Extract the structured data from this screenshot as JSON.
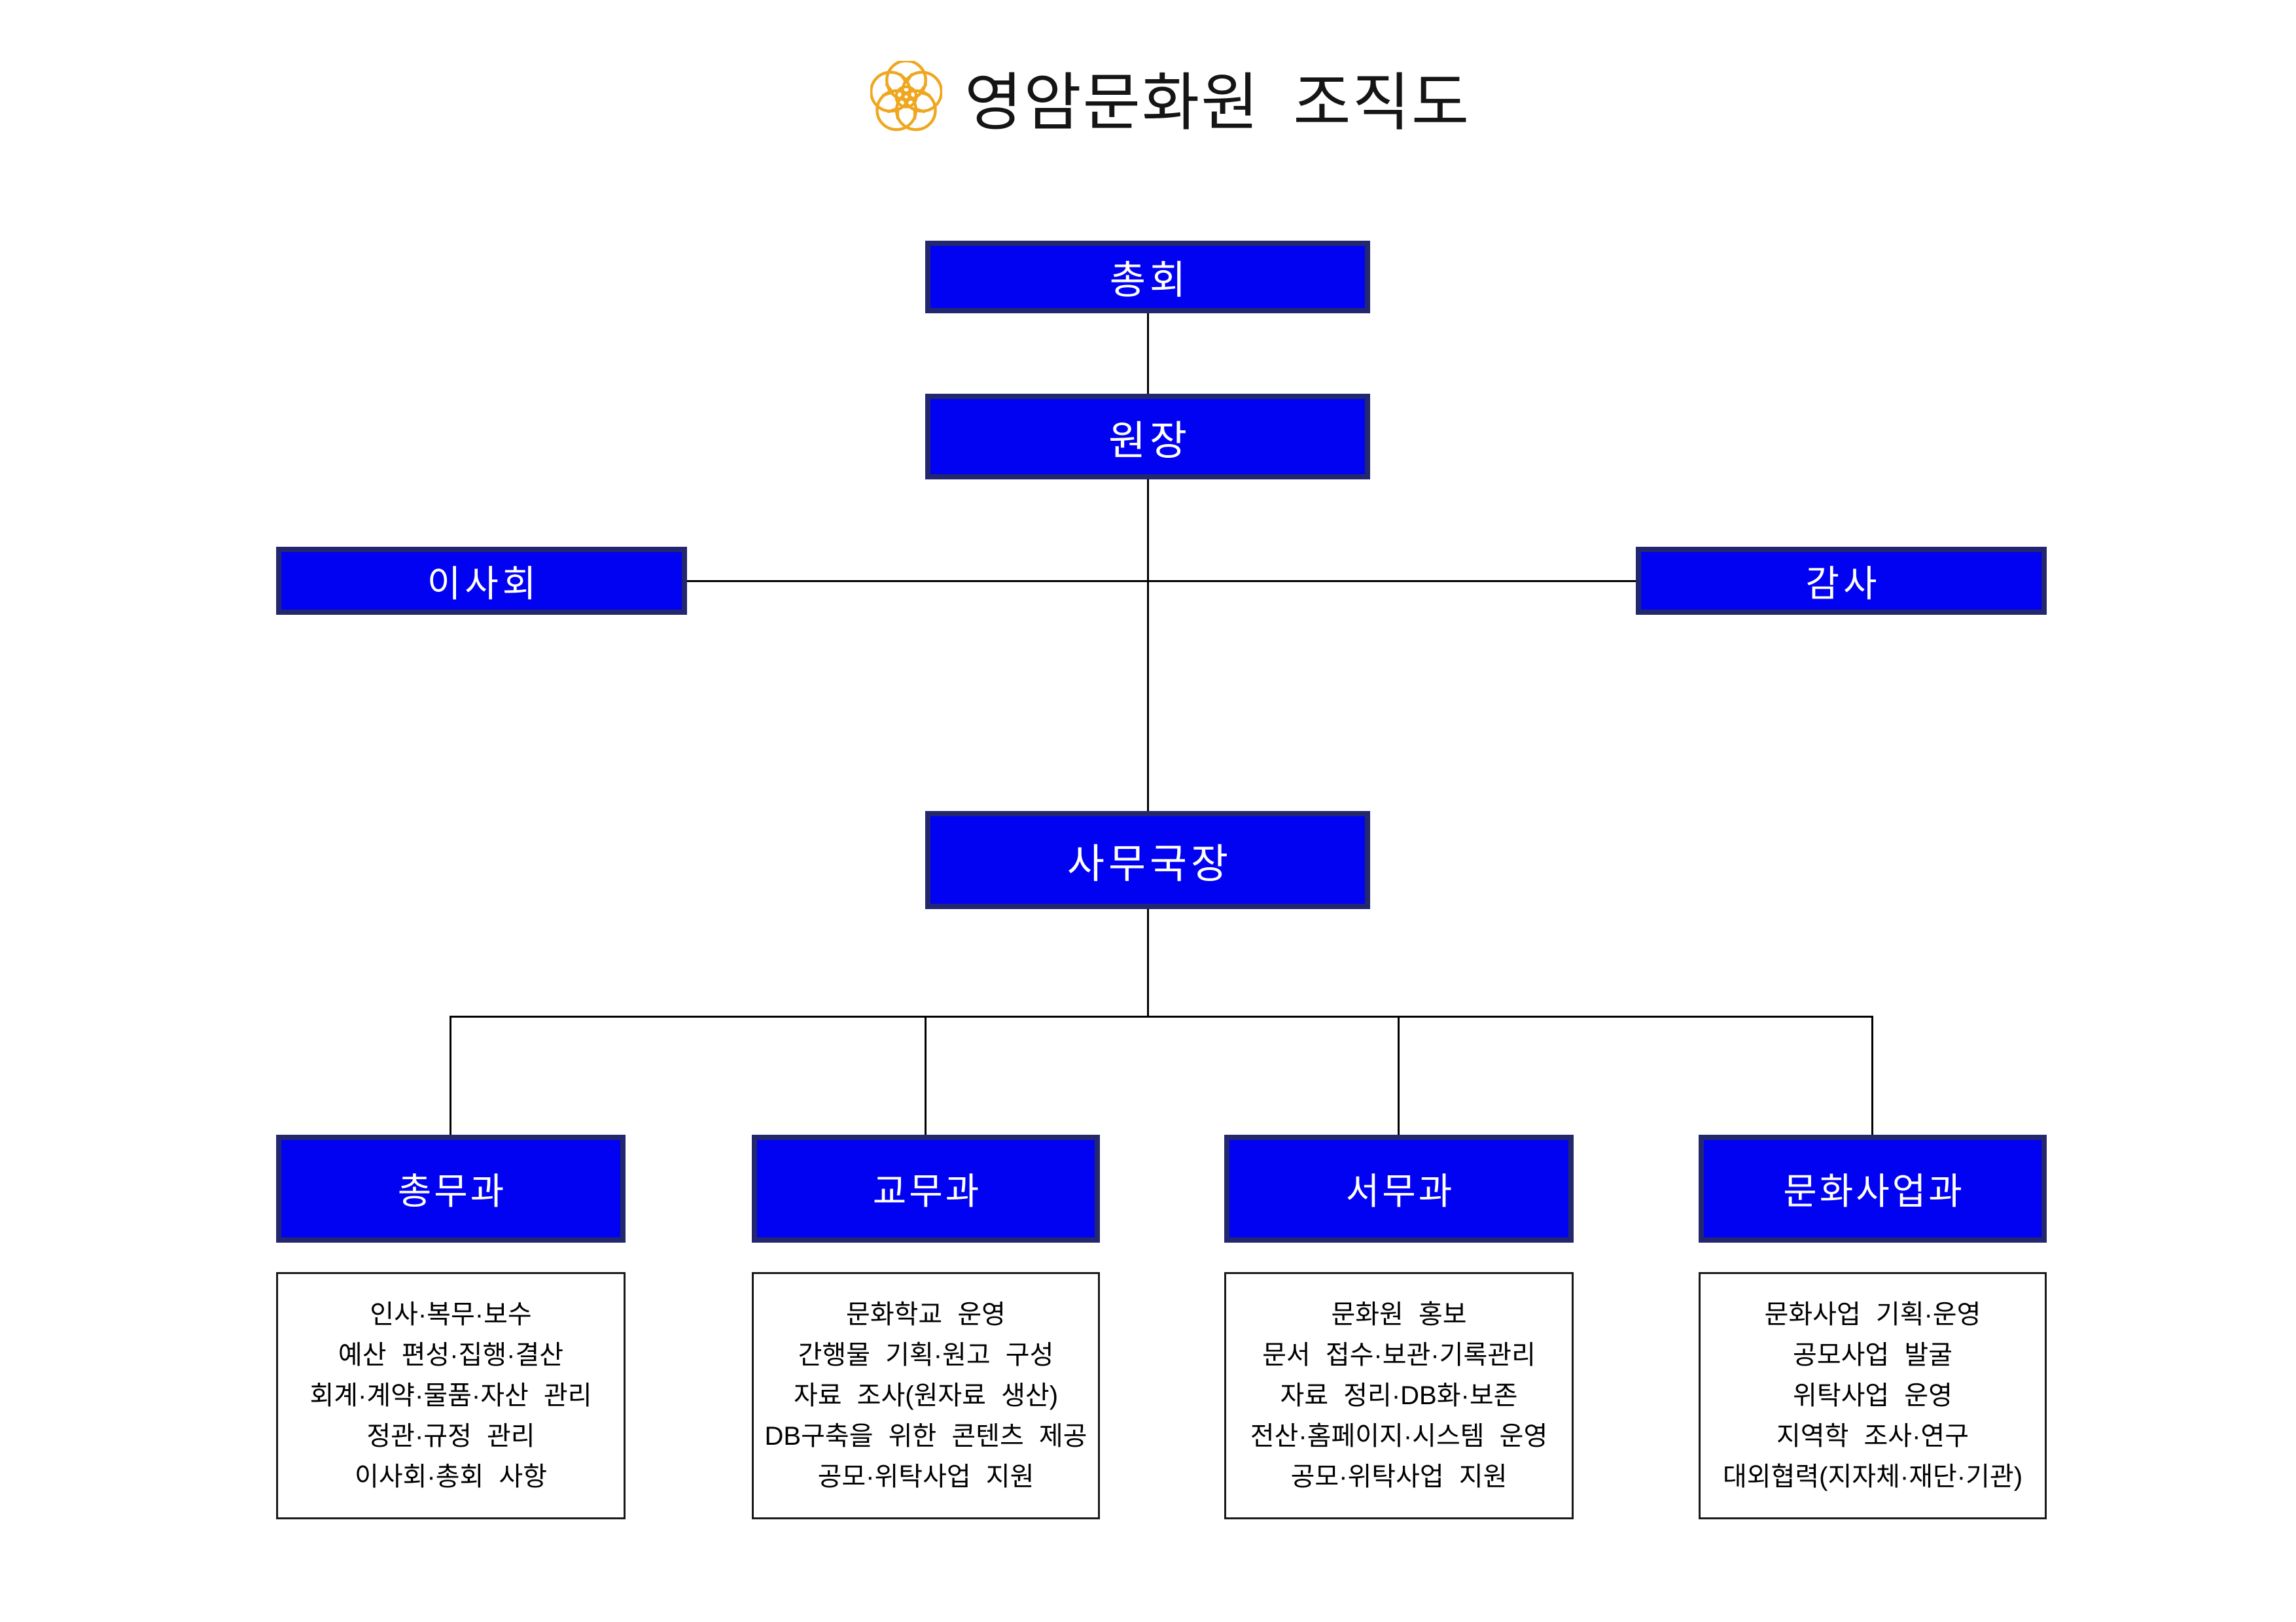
{
  "title": {
    "text": "영암문화원 조직도",
    "logo_icon": "culture-center-flower"
  },
  "colors": {
    "box_fill": "#0202F2",
    "box_border": "#23276E",
    "line": "#000000",
    "logo_gold": "#EFA71F",
    "detail_border": "#1a1a1a",
    "title_ink": "#151515"
  },
  "org": {
    "general_assembly": {
      "label": "총회"
    },
    "director": {
      "label": "원장"
    },
    "board": {
      "label": "이사회"
    },
    "auditor": {
      "label": "감사"
    },
    "secretary_general": {
      "label": "사무국장"
    }
  },
  "departments": [
    {
      "name": "총무과",
      "duties": [
        "인사·복무·보수",
        "예산 편성·집행·결산",
        "회계·계약·물품·자산 관리",
        "정관·규정 관리",
        "이사회·총회 사항"
      ]
    },
    {
      "name": "교무과",
      "duties": [
        "문화학교 운영",
        "간행물 기획·원고 구성",
        "자료 조사(원자료 생산)",
        "DB구축을 위한 콘텐츠 제공",
        "공모·위탁사업 지원"
      ]
    },
    {
      "name": "서무과",
      "duties": [
        "문화원 홍보",
        "문서 접수·보관·기록관리",
        "자료 정리·DB화·보존",
        "전산·홈페이지·시스템 운영",
        "공모·위탁사업 지원"
      ]
    },
    {
      "name": "문화사업과",
      "duties": [
        "문화사업 기획·운영",
        "공모사업 발굴",
        "위탁사업 운영",
        "지역학 조사·연구",
        "대외협력(지자체·재단·기관)"
      ]
    }
  ]
}
